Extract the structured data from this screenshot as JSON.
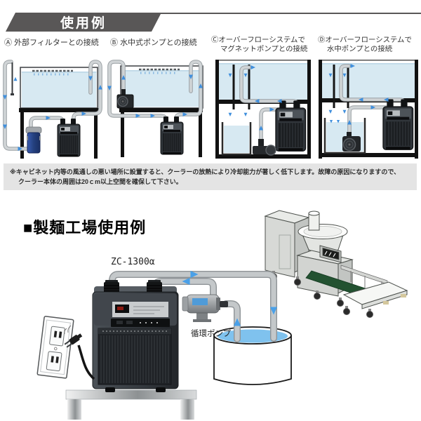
{
  "header": {
    "title": "使用例"
  },
  "usage_section": {
    "examples": [
      {
        "mark": "Ⓐ",
        "line1": "外部フィルターとの接続",
        "line2": ""
      },
      {
        "mark": "Ⓑ",
        "line1": "水中式ポンプとの接続",
        "line2": ""
      },
      {
        "mark": "Ⓒ",
        "line1": "オーバーフローシステムで",
        "line2": "マグネットポンプとの接続"
      },
      {
        "mark": "Ⓓ",
        "line1": "オーバーフローシステムで",
        "line2": "水中ポンプとの接続"
      }
    ],
    "note_line1": "※キャビネット内等の風通しの悪い場所に設置すると、クーラーの放熱により冷却能力が著しく低下します。故障の原因になりますので、",
    "note_line2": "クーラー本体の周囲は20ｃm以上空間を確保して下さい。"
  },
  "factory_section": {
    "heading": "■製麺工場使用例",
    "model_label": "ZC-1300α",
    "pump_label": "循環ポンプ"
  },
  "colors": {
    "header_band": "#595757",
    "note_bg": "#e4e4e4",
    "water": "#d7e9f2",
    "arrow_blue": "#3f8fdd",
    "filter_blue": "#2d4f9e",
    "conveyor_green": "#235231"
  }
}
